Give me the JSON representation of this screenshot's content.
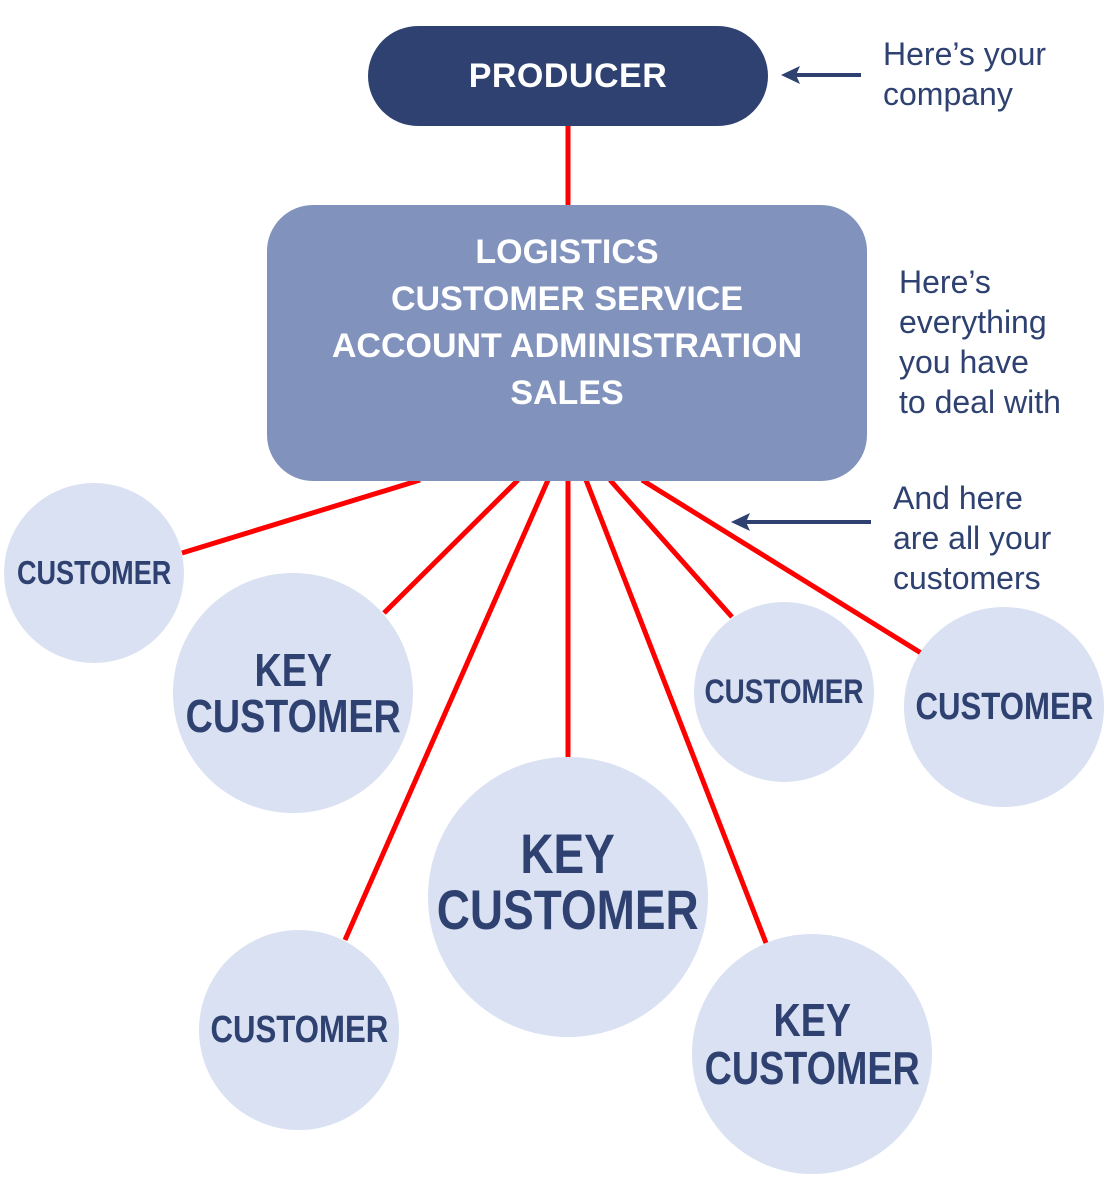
{
  "producer": {
    "label": "PRODUCER"
  },
  "departments": {
    "lines": [
      "LOGISTICS",
      "CUSTOMER SERVICE",
      "ACCOUNT ADMINISTRATION",
      "SALES"
    ]
  },
  "annotations": {
    "company": [
      "Here’s your",
      "company"
    ],
    "everything": [
      "Here’s",
      "everything",
      "you have",
      "to deal with"
    ],
    "customers": [
      "And here",
      "are all your",
      "customers"
    ]
  },
  "customers": [
    {
      "id": "c1",
      "type": "customer",
      "lines": [
        "CUSTOMER"
      ]
    },
    {
      "id": "c2",
      "type": "key",
      "lines": [
        "KEY",
        "CUSTOMER"
      ]
    },
    {
      "id": "c3",
      "type": "customer",
      "lines": [
        "CUSTOMER"
      ]
    },
    {
      "id": "c4",
      "type": "key",
      "lines": [
        "KEY",
        "CUSTOMER"
      ]
    },
    {
      "id": "c5",
      "type": "key",
      "lines": [
        "KEY",
        "CUSTOMER"
      ]
    },
    {
      "id": "c6",
      "type": "customer",
      "lines": [
        "CUSTOMER"
      ]
    },
    {
      "id": "c7",
      "type": "customer",
      "lines": [
        "CUSTOMER"
      ]
    }
  ],
  "colors": {
    "producer": "#2e4170",
    "departments": "#8193bd",
    "customer_fill": "#d9e1f2",
    "text_dark": "#2e4170",
    "connector": "#ff0000",
    "arrow": "#2e4170"
  }
}
